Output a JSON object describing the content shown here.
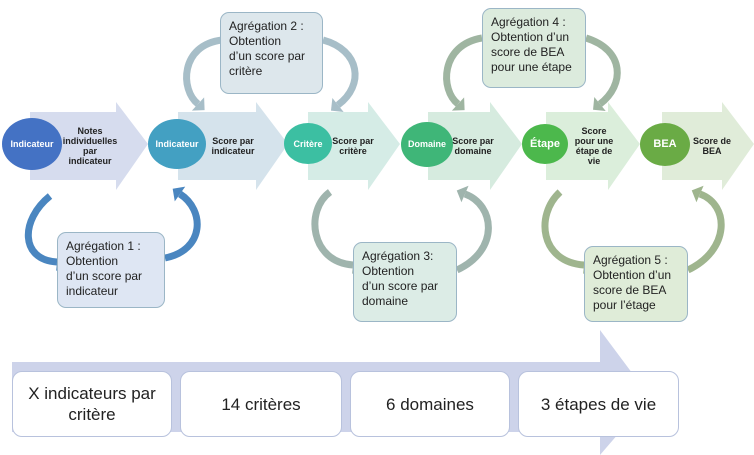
{
  "flow": [
    {
      "circle": "Indicateur",
      "label": "Notes\nindividuelles\npar\nindicateur",
      "circle_color": "#4472c4",
      "arrow_color": "#d6dcee"
    },
    {
      "circle": "Indicateur",
      "label": "Score par\nindicateur",
      "circle_color": "#43a0c2",
      "arrow_color": "#d5e3ec"
    },
    {
      "circle": "Critère",
      "label": "Score par\ncritère",
      "circle_color": "#3cbfa2",
      "arrow_color": "#d5ece6"
    },
    {
      "circle": "Domaine",
      "label": "Score par\ndomaine",
      "circle_color": "#3fb678",
      "arrow_color": "#d6ebdf"
    },
    {
      "circle": "Étape",
      "label": "Score\npour une\nétape de\nvie",
      "circle_color": "#4cb84c",
      "arrow_color": "#dbeedb"
    },
    {
      "circle": "BEA",
      "label": "Score de\nBEA",
      "circle_color": "#6aab45",
      "arrow_color": "#e0ecd9"
    }
  ],
  "aggregations": [
    {
      "text": "Agrégation 1 :\nObtention\nd’un score par\nindicateur",
      "fill": "#dee6f3",
      "loop_color": "#4a86c0"
    },
    {
      "text": "Agrégation 2 :\nObtention\nd’un score par\ncritère",
      "fill": "#dde7ec",
      "loop_color": "#a7bec8"
    },
    {
      "text": "Agrégation 3:\nObtention\nd’un score par\ndomaine",
      "fill": "#dcece6",
      "loop_color": "#9fb4ad"
    },
    {
      "text": "Agrégation 4 :\nObtention d’un\nscore de BEA\npour une étape",
      "fill": "#dcebdd",
      "loop_color": "#9fb5a1"
    },
    {
      "text": "Agrégation 5 :\nObtention d’un\nscore de BEA\npour l’étage",
      "fill": "#dfecd8",
      "loop_color": "#9fb58e"
    }
  ],
  "stages": [
    {
      "label": "X indicateurs par\ncritère"
    },
    {
      "label": "14 critères"
    },
    {
      "label": "6 domaines"
    },
    {
      "label": "3 étapes de vie"
    }
  ],
  "big_arrow_color": "#cdd3ea"
}
